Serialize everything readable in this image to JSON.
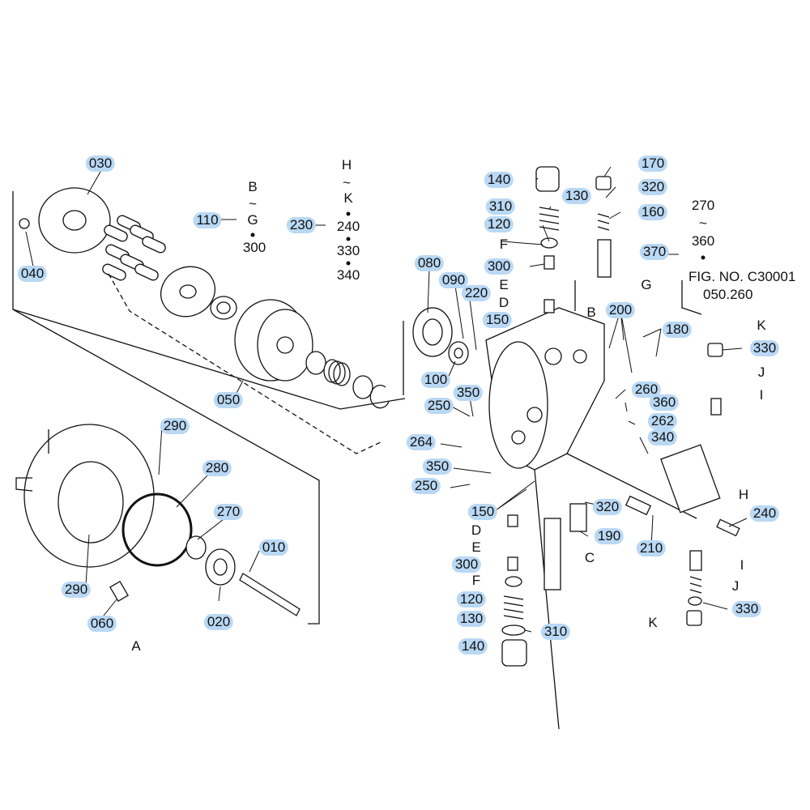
{
  "figure": {
    "fig_no": "FIG. NO. C30001",
    "fig_ref": "050.260"
  },
  "colors": {
    "callout_bg": "#b9d8f4",
    "line": "#111111"
  },
  "callouts": [
    "030",
    "040",
    "110",
    "230",
    "050",
    "290",
    "280",
    "270",
    "010",
    "020",
    "290",
    "060",
    "140",
    "310",
    "130",
    "120",
    "300",
    "080",
    "090",
    "220",
    "150",
    "100",
    "250",
    "350",
    "264",
    "350",
    "250",
    "150",
    "300",
    "120",
    "130",
    "140",
    "310",
    "320",
    "190",
    "210",
    "170",
    "320",
    "160",
    "370",
    "200",
    "180",
    "260",
    "360",
    "262",
    "340",
    "330",
    "240",
    "330"
  ],
  "letters": [
    "A",
    "B",
    "G",
    "H",
    "K",
    "B",
    "F",
    "E",
    "D",
    "C",
    "G",
    "K",
    "J",
    "I",
    "H",
    "I",
    "J",
    "K",
    "D",
    "E",
    "F"
  ],
  "groups": {
    "g110": {
      "from": "B",
      "tilde": "~",
      "to": "G",
      "extra": "300"
    },
    "g230": {
      "from": "H",
      "tilde": "~",
      "to": "K",
      "items": [
        "240",
        "330",
        "340"
      ]
    },
    "g370": {
      "from": "270",
      "tilde": "~",
      "to": "360"
    }
  }
}
